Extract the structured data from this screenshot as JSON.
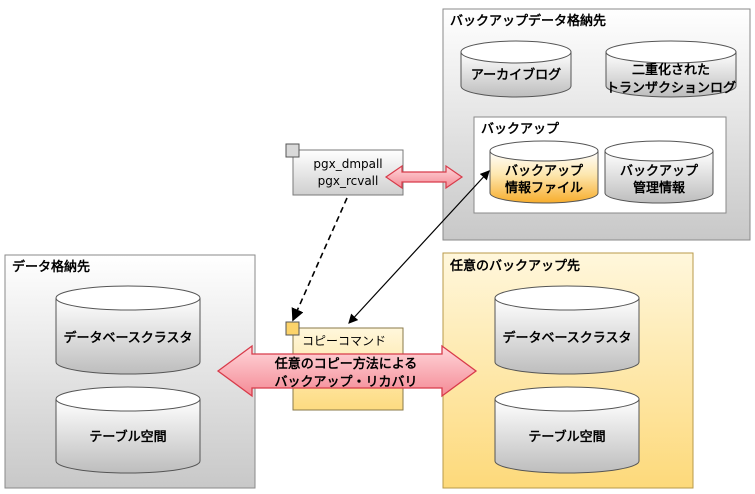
{
  "backup_store": {
    "title": "バックアップデータ格納先",
    "archive_log": "アーカイブログ",
    "dual_log_line1": "二重化された",
    "dual_log_line2": "トランザクションログ",
    "backup_group": {
      "title": "バックアップ",
      "info_file_line1": "バックアップ",
      "info_file_line2": "情報ファイル",
      "mgmt_info_line1": "バックアップ",
      "mgmt_info_line2": "管理情報"
    }
  },
  "commands": {
    "dmpall": "pgx_dmpall",
    "rcvall": "pgx_rcvall"
  },
  "data_store": {
    "title": "データ格納先",
    "cluster": "データベースクラスタ",
    "tablespace": "テーブル空間"
  },
  "copy_command": {
    "label": "コピーコマンド"
  },
  "any_backup": {
    "title": "任意のバックアップ先",
    "cluster": "データベースクラスタ",
    "tablespace": "テーブル空間"
  },
  "copy_arrow": {
    "line1": "任意のコピー方法による",
    "line2": "バックアップ・リカバリ"
  },
  "colors": {
    "gray_fill": "#d6d6d6",
    "yellow_fill": "#fde9a8",
    "arrow_pink": "#f7a0a8",
    "arrow_red": "#d83b4a",
    "orange_cyl": "#f8b43c"
  }
}
